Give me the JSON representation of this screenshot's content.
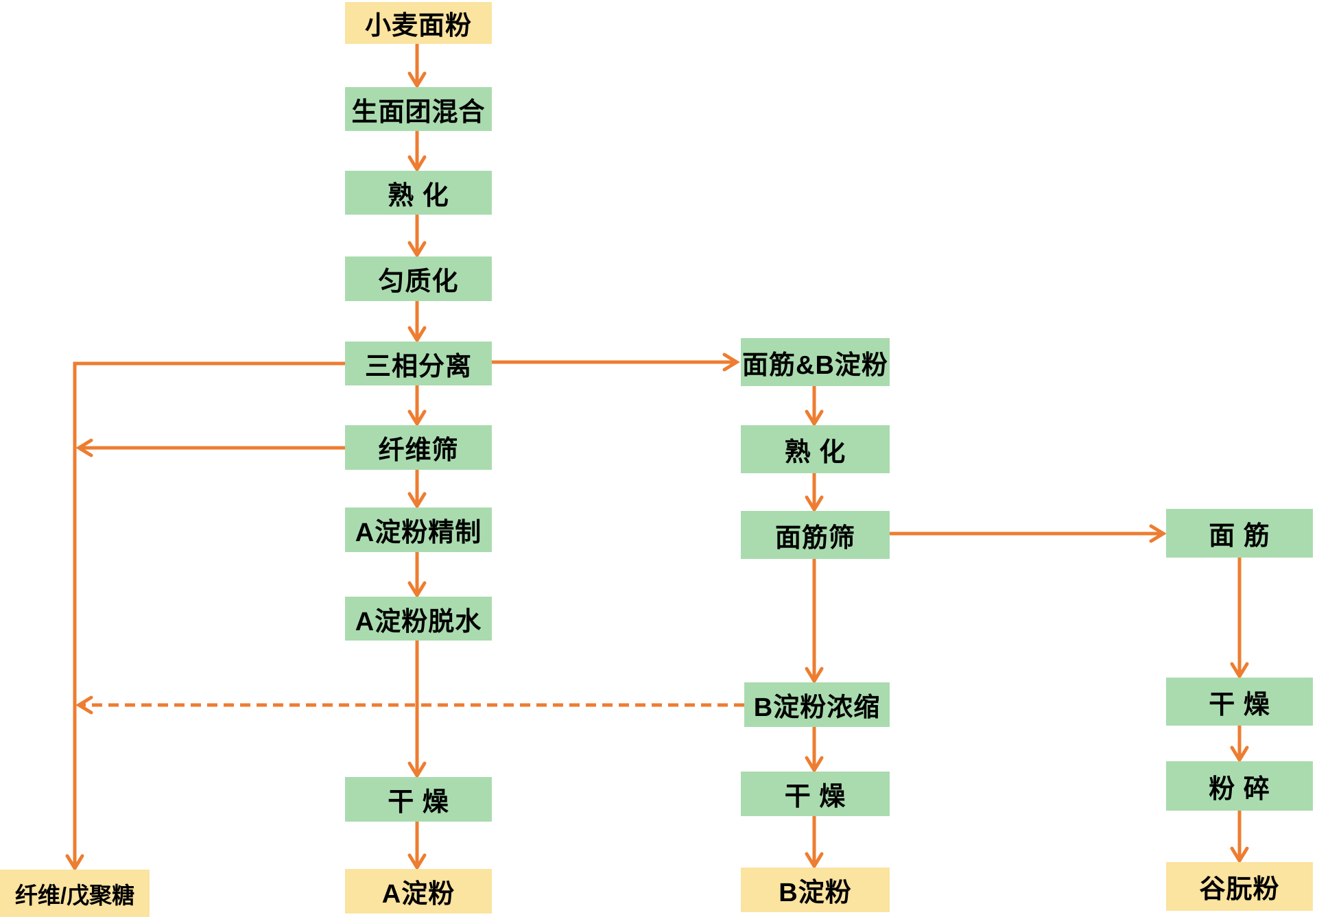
{
  "diagram": {
    "type": "flowchart",
    "language": "zh",
    "colors": {
      "process_fill": "#A9DBAE",
      "terminal_fill": "#FBE3A0",
      "connector": "#ED7D31",
      "text": "#000000",
      "background": "#FFFFFF"
    },
    "nodes": [
      {
        "id": "wheat-flour",
        "label": "小麦面粉",
        "type": "terminal"
      },
      {
        "id": "dough-mixing",
        "label": "生面团混合",
        "type": "process"
      },
      {
        "id": "maturation-1",
        "label": "熟 化",
        "type": "process"
      },
      {
        "id": "homogenization",
        "label": "匀质化",
        "type": "process"
      },
      {
        "id": "three-phase-separation",
        "label": "三相分离",
        "type": "process"
      },
      {
        "id": "fiber-sieve",
        "label": "纤维筛",
        "type": "process"
      },
      {
        "id": "a-starch-refining",
        "label": "A淀粉精制",
        "type": "process"
      },
      {
        "id": "a-starch-dewatering",
        "label": "A淀粉脱水",
        "type": "process"
      },
      {
        "id": "drying-a",
        "label": "干 燥",
        "type": "process"
      },
      {
        "id": "a-starch",
        "label": "A淀粉",
        "type": "terminal"
      },
      {
        "id": "gluten-and-b-starch",
        "label": "面筋&B淀粉",
        "type": "process"
      },
      {
        "id": "maturation-2",
        "label": "熟 化",
        "type": "process"
      },
      {
        "id": "gluten-sieve",
        "label": "面筋筛",
        "type": "process"
      },
      {
        "id": "b-starch-concentration",
        "label": "B淀粉浓缩",
        "type": "process"
      },
      {
        "id": "drying-b",
        "label": "干 燥",
        "type": "process"
      },
      {
        "id": "b-starch",
        "label": "B淀粉",
        "type": "terminal"
      },
      {
        "id": "gluten",
        "label": "面 筋",
        "type": "process"
      },
      {
        "id": "drying-gluten",
        "label": "干 燥",
        "type": "process"
      },
      {
        "id": "crushing",
        "label": "粉 碎",
        "type": "process"
      },
      {
        "id": "gluten-powder",
        "label": "谷朊粉",
        "type": "terminal"
      },
      {
        "id": "fiber-pentosan",
        "label": "纤维/戊聚糖",
        "type": "terminal"
      }
    ],
    "edges": [
      {
        "from": "wheat-flour",
        "to": "dough-mixing",
        "style": "solid",
        "direction": "down"
      },
      {
        "from": "dough-mixing",
        "to": "maturation-1",
        "style": "solid",
        "direction": "down"
      },
      {
        "from": "maturation-1",
        "to": "homogenization",
        "style": "solid",
        "direction": "down"
      },
      {
        "from": "homogenization",
        "to": "three-phase-separation",
        "style": "solid",
        "direction": "down"
      },
      {
        "from": "three-phase-separation",
        "to": "fiber-sieve",
        "style": "solid",
        "direction": "down"
      },
      {
        "from": "fiber-sieve",
        "to": "a-starch-refining",
        "style": "solid",
        "direction": "down"
      },
      {
        "from": "a-starch-refining",
        "to": "a-starch-dewatering",
        "style": "solid",
        "direction": "down"
      },
      {
        "from": "a-starch-dewatering",
        "to": "drying-a",
        "style": "solid",
        "direction": "down"
      },
      {
        "from": "drying-a",
        "to": "a-starch",
        "style": "solid",
        "direction": "down"
      },
      {
        "from": "three-phase-separation",
        "to": "fiber-pentosan",
        "style": "solid",
        "direction": "left-then-down"
      },
      {
        "from": "fiber-sieve",
        "to": "fiber-pentosan-line",
        "style": "solid",
        "direction": "left"
      },
      {
        "from": "three-phase-separation",
        "to": "gluten-and-b-starch",
        "style": "solid",
        "direction": "right"
      },
      {
        "from": "gluten-and-b-starch",
        "to": "maturation-2",
        "style": "solid",
        "direction": "down"
      },
      {
        "from": "maturation-2",
        "to": "gluten-sieve",
        "style": "solid",
        "direction": "down"
      },
      {
        "from": "gluten-sieve",
        "to": "b-starch-concentration",
        "style": "solid",
        "direction": "down"
      },
      {
        "from": "b-starch-concentration",
        "to": "drying-b",
        "style": "solid",
        "direction": "down"
      },
      {
        "from": "drying-b",
        "to": "b-starch",
        "style": "solid",
        "direction": "down"
      },
      {
        "from": "gluten-sieve",
        "to": "gluten",
        "style": "solid",
        "direction": "right"
      },
      {
        "from": "gluten",
        "to": "drying-gluten",
        "style": "solid",
        "direction": "down"
      },
      {
        "from": "drying-gluten",
        "to": "crushing",
        "style": "solid",
        "direction": "down"
      },
      {
        "from": "crushing",
        "to": "gluten-powder",
        "style": "solid",
        "direction": "down"
      },
      {
        "from": "b-starch-concentration",
        "to": "fiber-pentosan-line",
        "style": "dashed",
        "direction": "left"
      }
    ]
  }
}
